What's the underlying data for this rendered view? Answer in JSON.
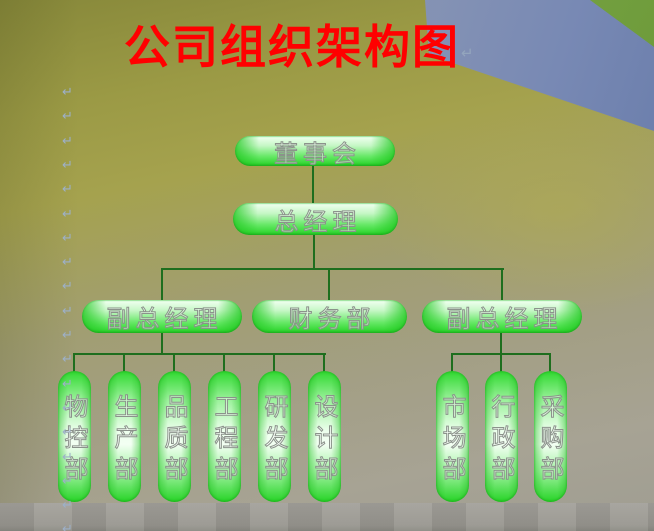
{
  "title": {
    "text": "公司组织架构图",
    "paragraph_mark": "↵"
  },
  "org_chart": {
    "level1": {
      "label": "董事会"
    },
    "level2": {
      "label": "总经理"
    },
    "level3": [
      {
        "label": "副总经理"
      },
      {
        "label": "财务部"
      },
      {
        "label": "副总经理"
      }
    ],
    "level4_left": [
      "物控部",
      "生产部",
      "品质部",
      "工程部",
      "研发部",
      "设计部"
    ],
    "level4_right": [
      "市场部",
      "行政部",
      "采购部"
    ]
  },
  "paragraph_marks": {
    "symbol": "↵",
    "count": 19
  },
  "colors": {
    "title_red": "#ff0000",
    "node_green_bright": "#26d426",
    "node_green_pale": "#f0fff0",
    "connector_green": "#1e6e1e",
    "background_olive": "#9b9a45",
    "band_blue_gray": "#8793b3",
    "corner_green": "#6f9c3c"
  }
}
